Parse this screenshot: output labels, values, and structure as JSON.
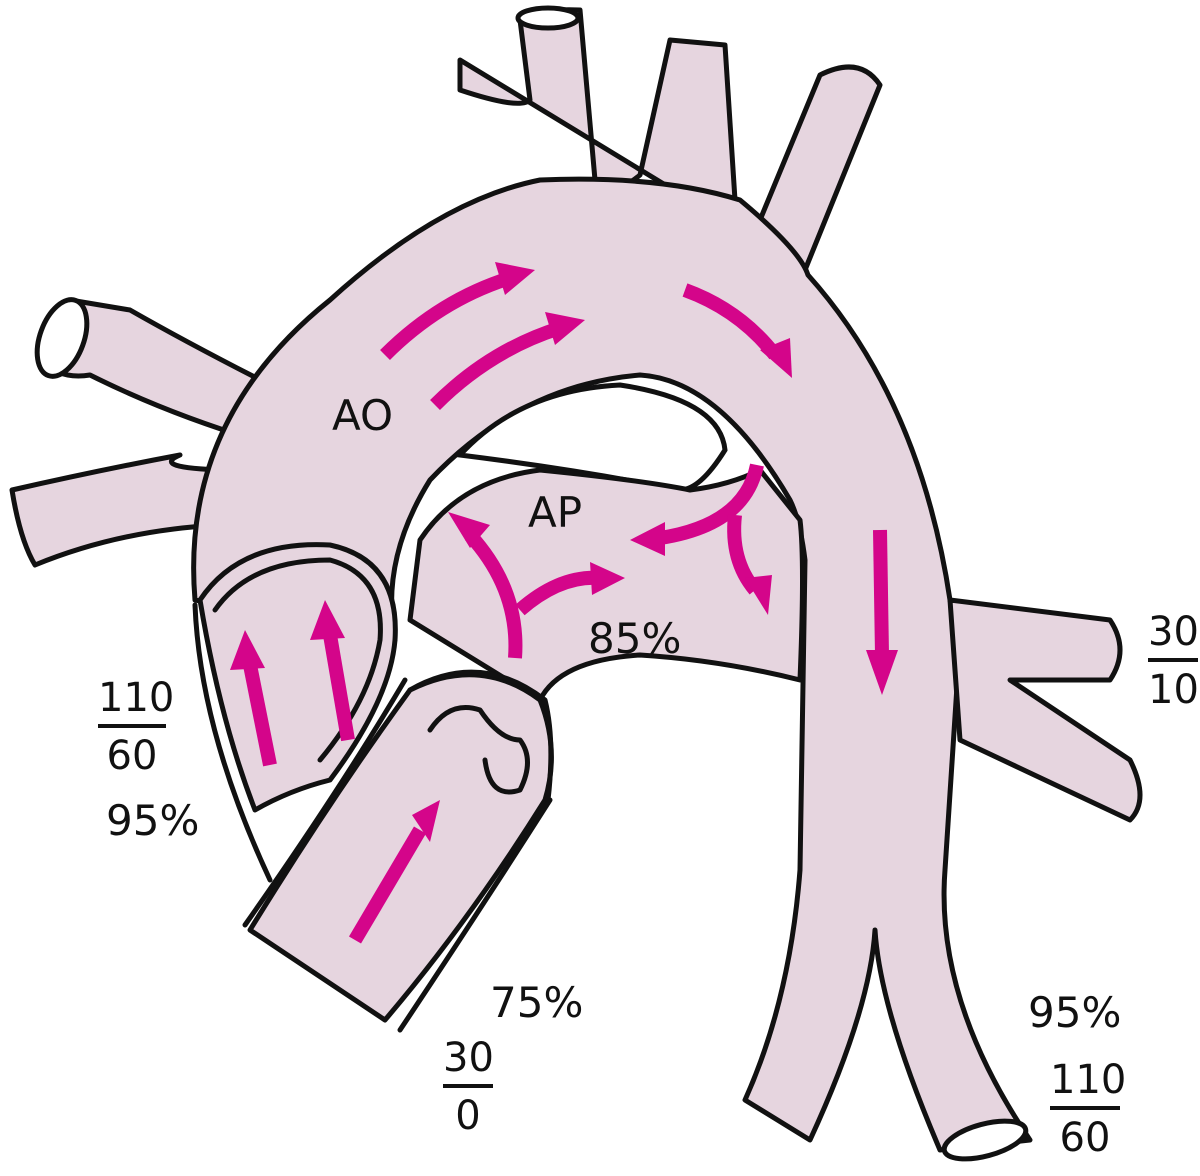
{
  "diagram": {
    "type": "cardiac vessel circulation diagram",
    "colors": {
      "vessel_fill": "#e6d5df",
      "flow_arrow": "#d4058a",
      "outline": "#111111"
    },
    "labels": {
      "aorta": "AO",
      "pulmonary_artery": "AP",
      "pulmonary_saturation": "85%"
    },
    "measurements": {
      "left_ventricle": {
        "systolic": "110",
        "diastolic": "60",
        "saturation": "95%"
      },
      "right_inflow": {
        "saturation": "75%",
        "systolic": "30",
        "diastolic": "0"
      },
      "pulmonary_branch": {
        "systolic": "30",
        "diastolic": "10"
      },
      "descending_aorta": {
        "saturation": "95%",
        "systolic": "110",
        "diastolic": "60"
      }
    }
  }
}
